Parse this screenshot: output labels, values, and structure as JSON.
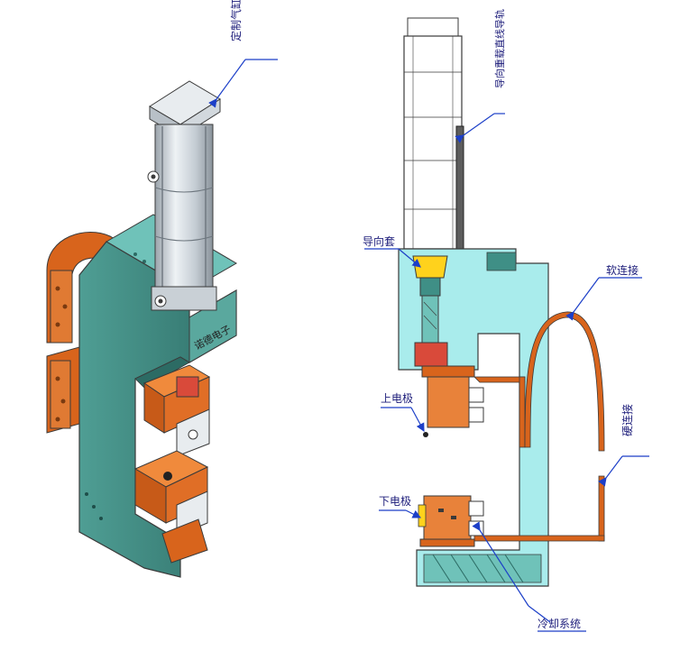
{
  "labels": {
    "cylinder": "定制气缸",
    "linear_guide": "导向重载直线导轨",
    "guide_sleeve": "导向套",
    "soft_connector": "软连接",
    "upper_electrode": "上电极",
    "hard_connector": "硬连接",
    "lower_electrode": "下电极",
    "cooling_system": "冷却系统",
    "nameplate": "诺德电子"
  },
  "colors": {
    "teal_body": "#3f8f86",
    "teal_dark": "#2c6b64",
    "cyan_frame": "#a9ecec",
    "orange": "#d8641c",
    "orange_light": "#f08a3c",
    "cylinder_gray": "#cfd6dc",
    "outline": "#3a3a3a",
    "leader": "#1c3fc8",
    "label": "#1c1c7a"
  }
}
